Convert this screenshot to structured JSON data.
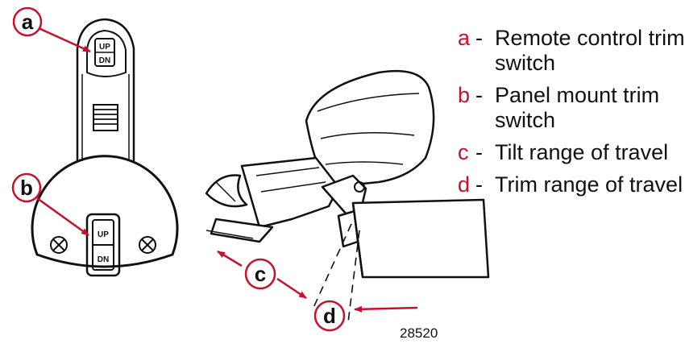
{
  "legend": [
    {
      "key": "a",
      "dash": "-",
      "text": "Remote control trim switch"
    },
    {
      "key": "b",
      "dash": "-",
      "text": "Panel mount trim switch"
    },
    {
      "key": "c",
      "dash": "-",
      "text": "Tilt range of travel"
    },
    {
      "key": "d",
      "dash": "-",
      "text": "Trim range of travel"
    }
  ],
  "callouts": {
    "a": "a",
    "b": "b",
    "c": "c",
    "d": "d"
  },
  "switch_labels": {
    "up": "UP",
    "dn": "DN"
  },
  "figure_number": "28520",
  "colors": {
    "accent": "#c8102e",
    "line": "#111111"
  }
}
